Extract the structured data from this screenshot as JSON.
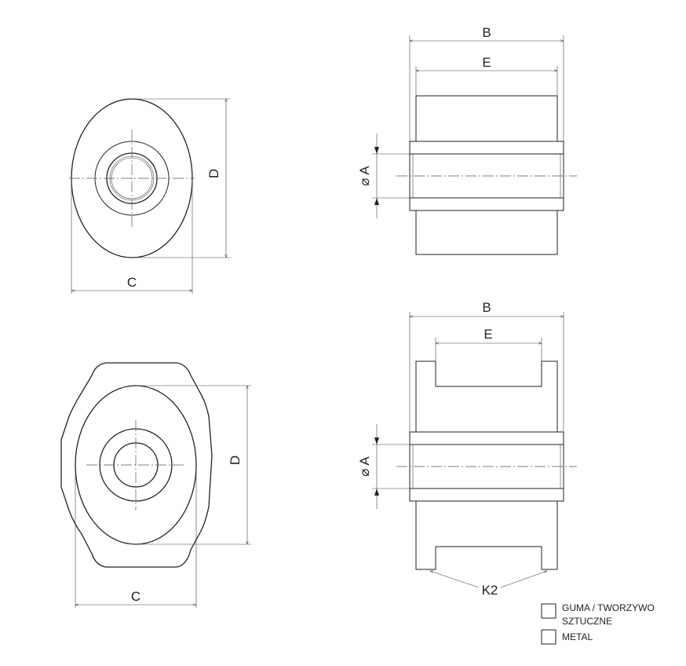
{
  "dimensions": {
    "top_front": {
      "height": "D",
      "width": "C"
    },
    "top_section": {
      "outer": "B",
      "inner": "E",
      "bore": "⌀ A"
    },
    "bottom_front": {
      "height": "D",
      "width": "C"
    },
    "bottom_section": {
      "outer": "B",
      "inner": "E",
      "bore": "⌀ A",
      "callout": "K2"
    }
  },
  "legend": {
    "items": [
      {
        "line1": "GUMA / TWORZYWO",
        "line2": "SZTUCZNE",
        "pattern": "crosshatch"
      },
      {
        "line1": "METAL",
        "line2": "",
        "pattern": "diagonal"
      }
    ]
  },
  "colors": {
    "stroke": "#222222",
    "background": "#ffffff"
  }
}
